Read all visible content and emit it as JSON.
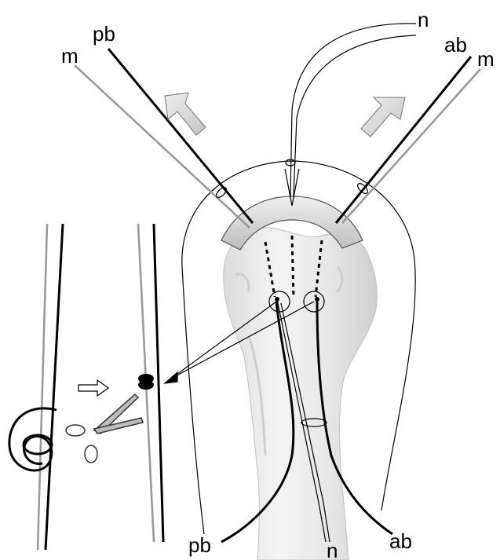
{
  "labels": {
    "pb_top": "pb",
    "m_left": "m",
    "n_top": "n",
    "ab_top": "ab",
    "m_right": "m",
    "pb_bottom": "pb",
    "n_bottom": "n",
    "ab_bottom": "ab"
  },
  "colors": {
    "thread_black": "#000000",
    "thread_gray": "#9a9a9a",
    "arrow_fill": "#d8d8d8",
    "bone_light": "#ececec",
    "bone_shadow": "#c8c8c8",
    "bar_fill": "#cfcfcf"
  }
}
